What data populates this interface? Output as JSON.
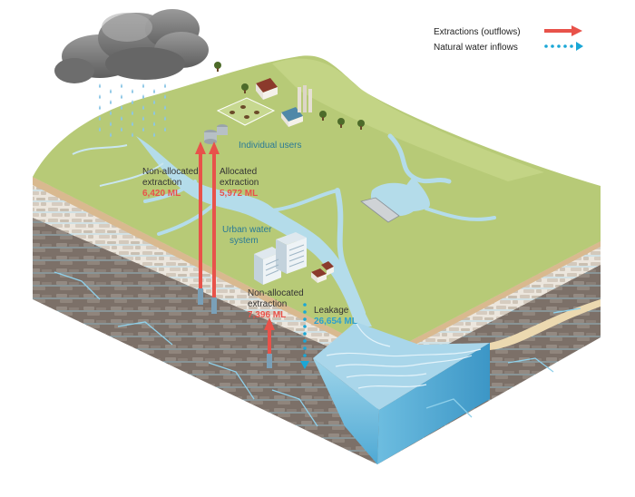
{
  "legend": {
    "extractions_label": "Extractions (outflows)",
    "inflows_label": "Natural water inflows"
  },
  "labels": {
    "individual_users": "Individual users",
    "urban_water_system_line1": "Urban water",
    "urban_water_system_line2": "system",
    "left_extraction_line1": "Non-allocated",
    "left_extraction_line2": "extraction",
    "left_extraction_value": "6,420 ML",
    "allocated_line1": "Allocated",
    "allocated_line2": "extraction",
    "allocated_value": "5,972 ML",
    "mid_extraction_line1": "Non-allocated",
    "mid_extraction_line2": "extraction",
    "mid_extraction_value": "7,396 ML",
    "leakage_label": "Leakage",
    "leakage_value": "26,654 ML"
  },
  "colors": {
    "extraction_arrow": "#e8524a",
    "inflow_dots": "#1aa7d6",
    "grass": "#b8cc78",
    "river": "#b4dcea",
    "soil": "#d2b48c",
    "rock": "#8d8177"
  }
}
